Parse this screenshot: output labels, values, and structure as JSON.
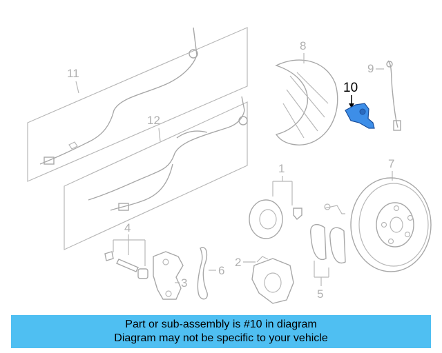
{
  "diagram": {
    "labels": {
      "p1": "1",
      "p2": "2",
      "p3": "3",
      "p4": "4",
      "p5": "5",
      "p6": "6",
      "p7": "7",
      "p8": "8",
      "p9": "9",
      "p10": "10",
      "p11": "11",
      "p12": "12"
    },
    "highlight_part": "10",
    "highlight_color": "#3d8ee8"
  },
  "banner": {
    "line1": "Part or sub-assembly is #10 in diagram",
    "line2": "Diagram may not be specific to your vehicle",
    "background": "#4fbff2"
  }
}
